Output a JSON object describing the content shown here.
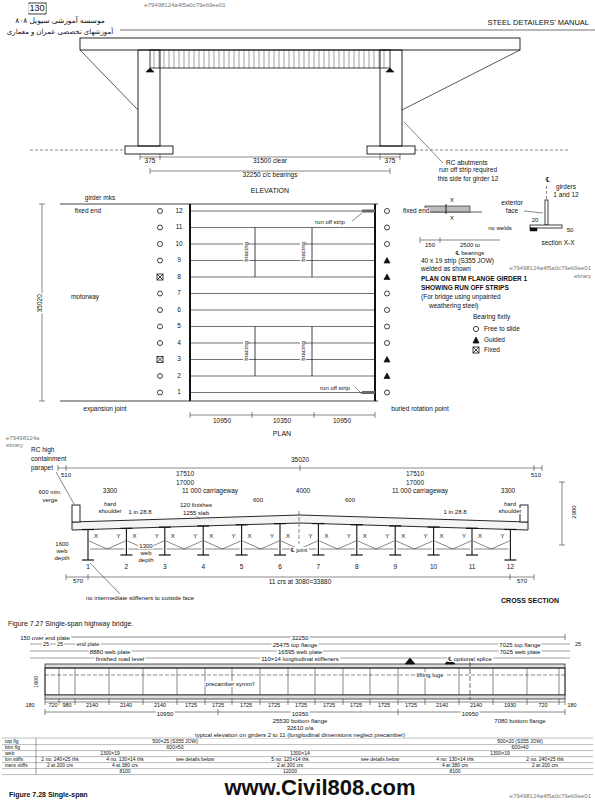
{
  "diagram": {
    "caption": "Figure 7.27 Single-span highway bridge.",
    "labels": [
      "130",
      "STEEL DETAILERS' MANUAL",
      "موسسه آموزشی سیویل ۸۰۸",
      "آموزشهای تخصصی عمران و معماری",
      "e79498124a4f5a0c79eb9ee01",
      "375",
      "31500 clear",
      "375",
      "RC abutments",
      "32250 c/c bearings",
      "ELEVATION",
      "girder mks",
      "fixed end",
      "12",
      "11",
      "10",
      "9",
      "8",
      "7",
      "6",
      "5",
      "4",
      "3",
      "2",
      "1",
      "fixed end",
      "motorway",
      "35020",
      "bracing",
      "bracing",
      "bracing",
      "bracing",
      "run off strip",
      "run off strip",
      "expansion joint",
      "buried rotation point",
      "10950",
      "10350",
      "10950",
      "PLAN",
      "run off strip required",
      "this side for girder 12",
      "℄",
      "girders",
      "1 and 12",
      "exterior",
      "face",
      "20",
      "X",
      "X",
      "150",
      "2500 to",
      "℄ bearings",
      "no welds",
      "50",
      "section X-X",
      "40 x 19 strip (S355 JOW)",
      "welded as shown",
      "PLAN ON BTM FLANGE GIRDER 1",
      "SHOWING RUN OFF STRIPS",
      "(For bridge using unpainted",
      "weathering steel)",
      "Bearing fixity",
      "e79498124a4f5a0c79eb9ee01",
      "ebrary",
      "RC high",
      "containment",
      "parapet",
      "35020",
      "510",
      "17510",
      "17510",
      "510",
      "17000",
      "17000",
      "600 min.",
      "verge",
      "3300",
      "11 000 carriageway",
      "4000",
      "11 000 carriageway",
      "3300",
      "600",
      "600",
      "hard",
      "shoulder",
      "hard",
      "shoulder",
      "120 finishes",
      "1255 slab",
      "1 in 28.8",
      "1 in 28.8",
      "2900",
      "1600",
      "web",
      "depth",
      "1300",
      "web",
      "depth",
      "℄ joint",
      "1",
      "2",
      "3",
      "4",
      "5",
      "6",
      "7",
      "8",
      "9",
      "10",
      "11",
      "12",
      "X",
      "Y",
      "X",
      "Y",
      "X",
      "Y",
      "X",
      "Y",
      "X",
      "Y",
      "X",
      "Y",
      "X",
      "Y",
      "X",
      "Y",
      "X",
      "Y",
      "X",
      "Y",
      "X",
      "Y",
      "570",
      "570",
      "11 crs at 3080=33880",
      "CROSS SECTION",
      "no intermediate stiffeners to outside face",
      "e79498124a",
      "ebrary",
      "150 over end plate",
      "32250",
      "25",
      "25",
      "end plate",
      "25475 top flange",
      "7025 top flange",
      "25",
      "8880 web plate",
      "16595 web plate",
      "7025 web plate",
      "finished road level",
      "110×14 longitudinal stiffeners",
      "℄ optional splice",
      "lifting lugs",
      "precamber symm'l",
      "1600",
      "720",
      "980",
      "2140",
      "2140",
      "2140",
      "1725",
      "1725",
      "1725",
      "1725",
      "1725",
      "1725",
      "1725",
      "1725",
      "1725",
      "2140",
      "2140",
      "1930",
      "720",
      "180",
      "180",
      "10950",
      "10350",
      "10950",
      "25530 bottom flange",
      "7080 bottom flange",
      "32610 o/a",
      "typical elevation on girders 2 to 11 (longitudinal dimensions neglect precamber)",
      "top flg",
      "btm flg",
      "web",
      "lon stiffs",
      "trans stiffs",
      "500×25 (S355 JOW)",
      "500×20 (S355 JOW)",
      "600×50",
      "600×40",
      "1300×19",
      "1300×14",
      "1300×19",
      "2 no. 240×25 thk",
      "4 no. 130×14 thk",
      "see details below",
      "5 no. 120×14 thk",
      "see details below",
      "4 no. 130×14 thk",
      "2 no. 240×25 thk",
      "2 at 200 crs",
      "4 at 380 crs",
      "2 at 300 crs",
      "4 at 380 crs",
      "2 at 200 crs",
      "8100",
      "12000",
      "8100",
      "Figure 7.28 Single-span",
      "www.Civil808.com",
      "e79498124a4f5a0c79eb9ee01"
    ],
    "legend": [
      {
        "text": "Free to slide"
      },
      {
        "text": "Guided"
      },
      {
        "text": "Fixed"
      }
    ]
  }
}
